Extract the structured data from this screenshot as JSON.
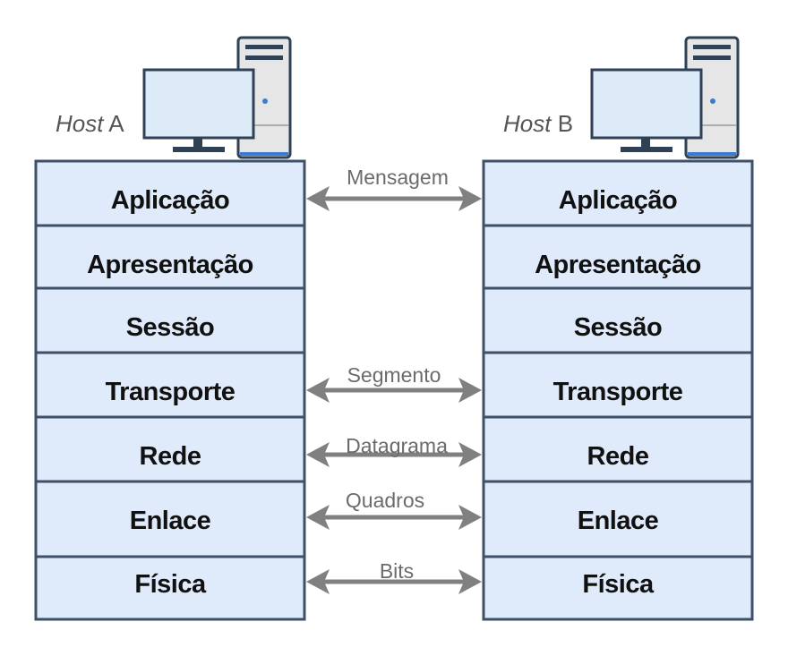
{
  "colors": {
    "layer_fill": "#dfeafb",
    "layer_stroke": "#3d5068",
    "arrow": "#808080",
    "monitor_screen": "#dcebf7",
    "tower_body": "#e6e6e6",
    "dark": "#2f4255",
    "led": "#3a7bd5"
  },
  "hosts": [
    {
      "name_italic": "Host",
      "name_letter": " A",
      "icon": "computer-icon",
      "layers": [
        "Aplicação",
        "Apresentação",
        "Sessão",
        "Transporte",
        "Rede",
        "Enlace",
        "Física"
      ]
    },
    {
      "name_italic": "Host",
      "name_letter": " B",
      "icon": "computer-icon",
      "layers": [
        "Aplicação",
        "Apresentação",
        "Sessão",
        "Transporte",
        "Rede",
        "Enlace",
        "Física"
      ]
    }
  ],
  "links": [
    {
      "label": "Mensagem",
      "layer_index": 0
    },
    {
      "label": "Segmento",
      "layer_index": 3
    },
    {
      "label": "Datagrama",
      "layer_index": 4
    },
    {
      "label": "Quadros",
      "layer_index": 5
    },
    {
      "label": "Bits",
      "layer_index": 6
    }
  ]
}
